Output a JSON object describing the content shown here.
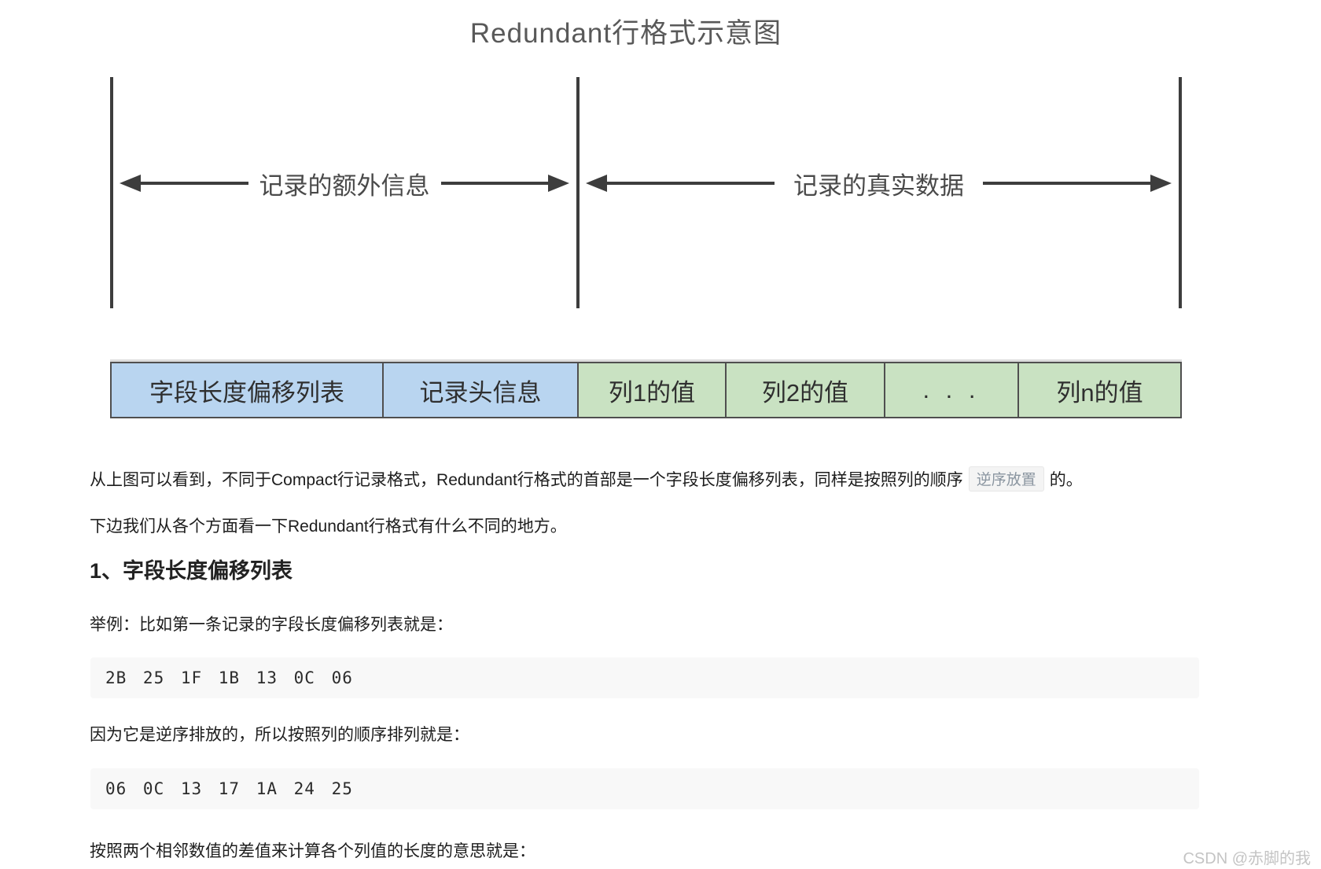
{
  "figure": {
    "title": "Redundant行格式示意图",
    "left_region_label": "记录的额外信息",
    "right_region_label": "记录的真实数据",
    "cells": [
      {
        "label": "字段长度偏移列表",
        "group": "extra-info"
      },
      {
        "label": "记录头信息",
        "group": "extra-info"
      },
      {
        "label": "列1的值",
        "group": "real-data"
      },
      {
        "label": "列2的值",
        "group": "real-data"
      },
      {
        "label": ". . .",
        "group": "real-data"
      },
      {
        "label": "列n的值",
        "group": "real-data"
      }
    ],
    "colors": {
      "extra_info_cell": "#b9d5f0",
      "real_data_cell": "#c9e2c2",
      "line": "#3d3d3d"
    }
  },
  "content": {
    "p1_pre": "从上图可以看到，不同于Compact行记录格式，Redundant行格式的首部是一个字段长度偏移列表，同样是按照列的顺序",
    "p1_code": "逆序放置",
    "p1_post": "的。",
    "p2": "下边我们从各个方面看一下Redundant行格式有什么不同的地方。",
    "heading1": "1、字段长度偏移列表",
    "p_example": "举例：比如第一条记录的字段长度偏移列表就是：",
    "code1": "2B 25 1F 1B 13 0C 06",
    "p_reverse": "因为它是逆序排放的，所以按照列的顺序排列就是：",
    "code2": "06 0C 13 17 1A 24 25",
    "p_diff": "按照两个相邻数值的差值来计算各个列值的长度的意思就是："
  },
  "watermark": "CSDN @赤脚的我"
}
